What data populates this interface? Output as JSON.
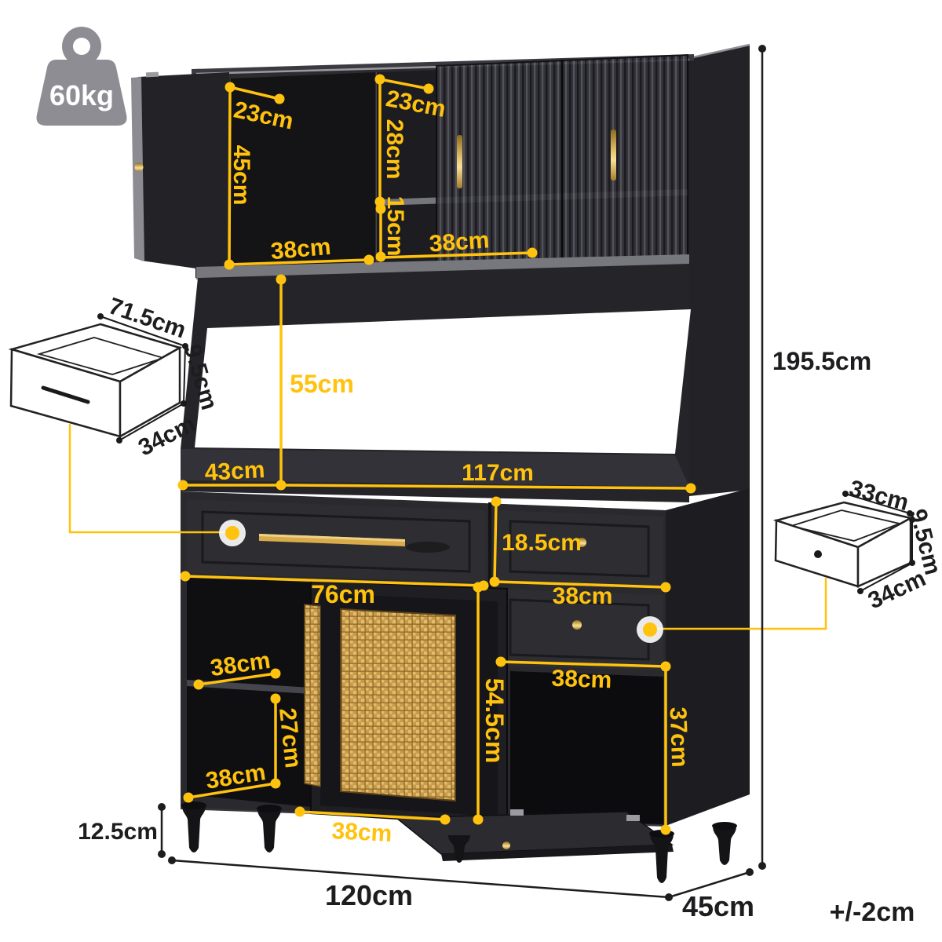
{
  "badges": {
    "max_load": "60kg",
    "tolerance": "+/-2cm"
  },
  "colors": {
    "accent_yellow": "#FFC20E",
    "cabinet_dark": "#2b2b30",
    "cabinet_side": "#232327",
    "interior_dark": "#101013",
    "gold": "#d9ab4a",
    "rattan": "#c89a4a",
    "icon_gray": "#8d8d93",
    "line_black": "#1d1d1f"
  },
  "dims": {
    "hutch_left_door_width": "23cm",
    "hutch_left_height": "45cm",
    "hutch_left_bottom_width": "38cm",
    "hutch_right_top_width": "23cm",
    "hutch_right_upper_height": "28cm",
    "hutch_right_shelf_gap": "15cm",
    "hutch_right_bottom_width": "38cm",
    "open_shelf_height": "55cm",
    "countertop_depth": "43cm",
    "countertop_width": "117cm",
    "overall_height": "195.5cm",
    "drawer_left_width": "71.5cm",
    "drawer_left_height": "9.5cm",
    "drawer_left_depth": "34cm",
    "drawer_right_width": "33cm",
    "drawer_right_height": "9.5cm",
    "drawer_right_depth": "34cm",
    "top_right_drawer_height": "18.5cm",
    "right_drawer_width": "38cm",
    "cane_door_width": "76cm",
    "cane_door_height": "54.5cm",
    "cane_door_bottom_width": "38cm",
    "left_cubby_width": "38cm",
    "left_cubby_height": "27cm",
    "left_bottom_cubby_width": "38cm",
    "right_niche_width": "38cm",
    "right_niche_height": "37cm",
    "leg_height": "12.5cm",
    "overall_width": "120cm",
    "overall_depth": "45cm"
  }
}
